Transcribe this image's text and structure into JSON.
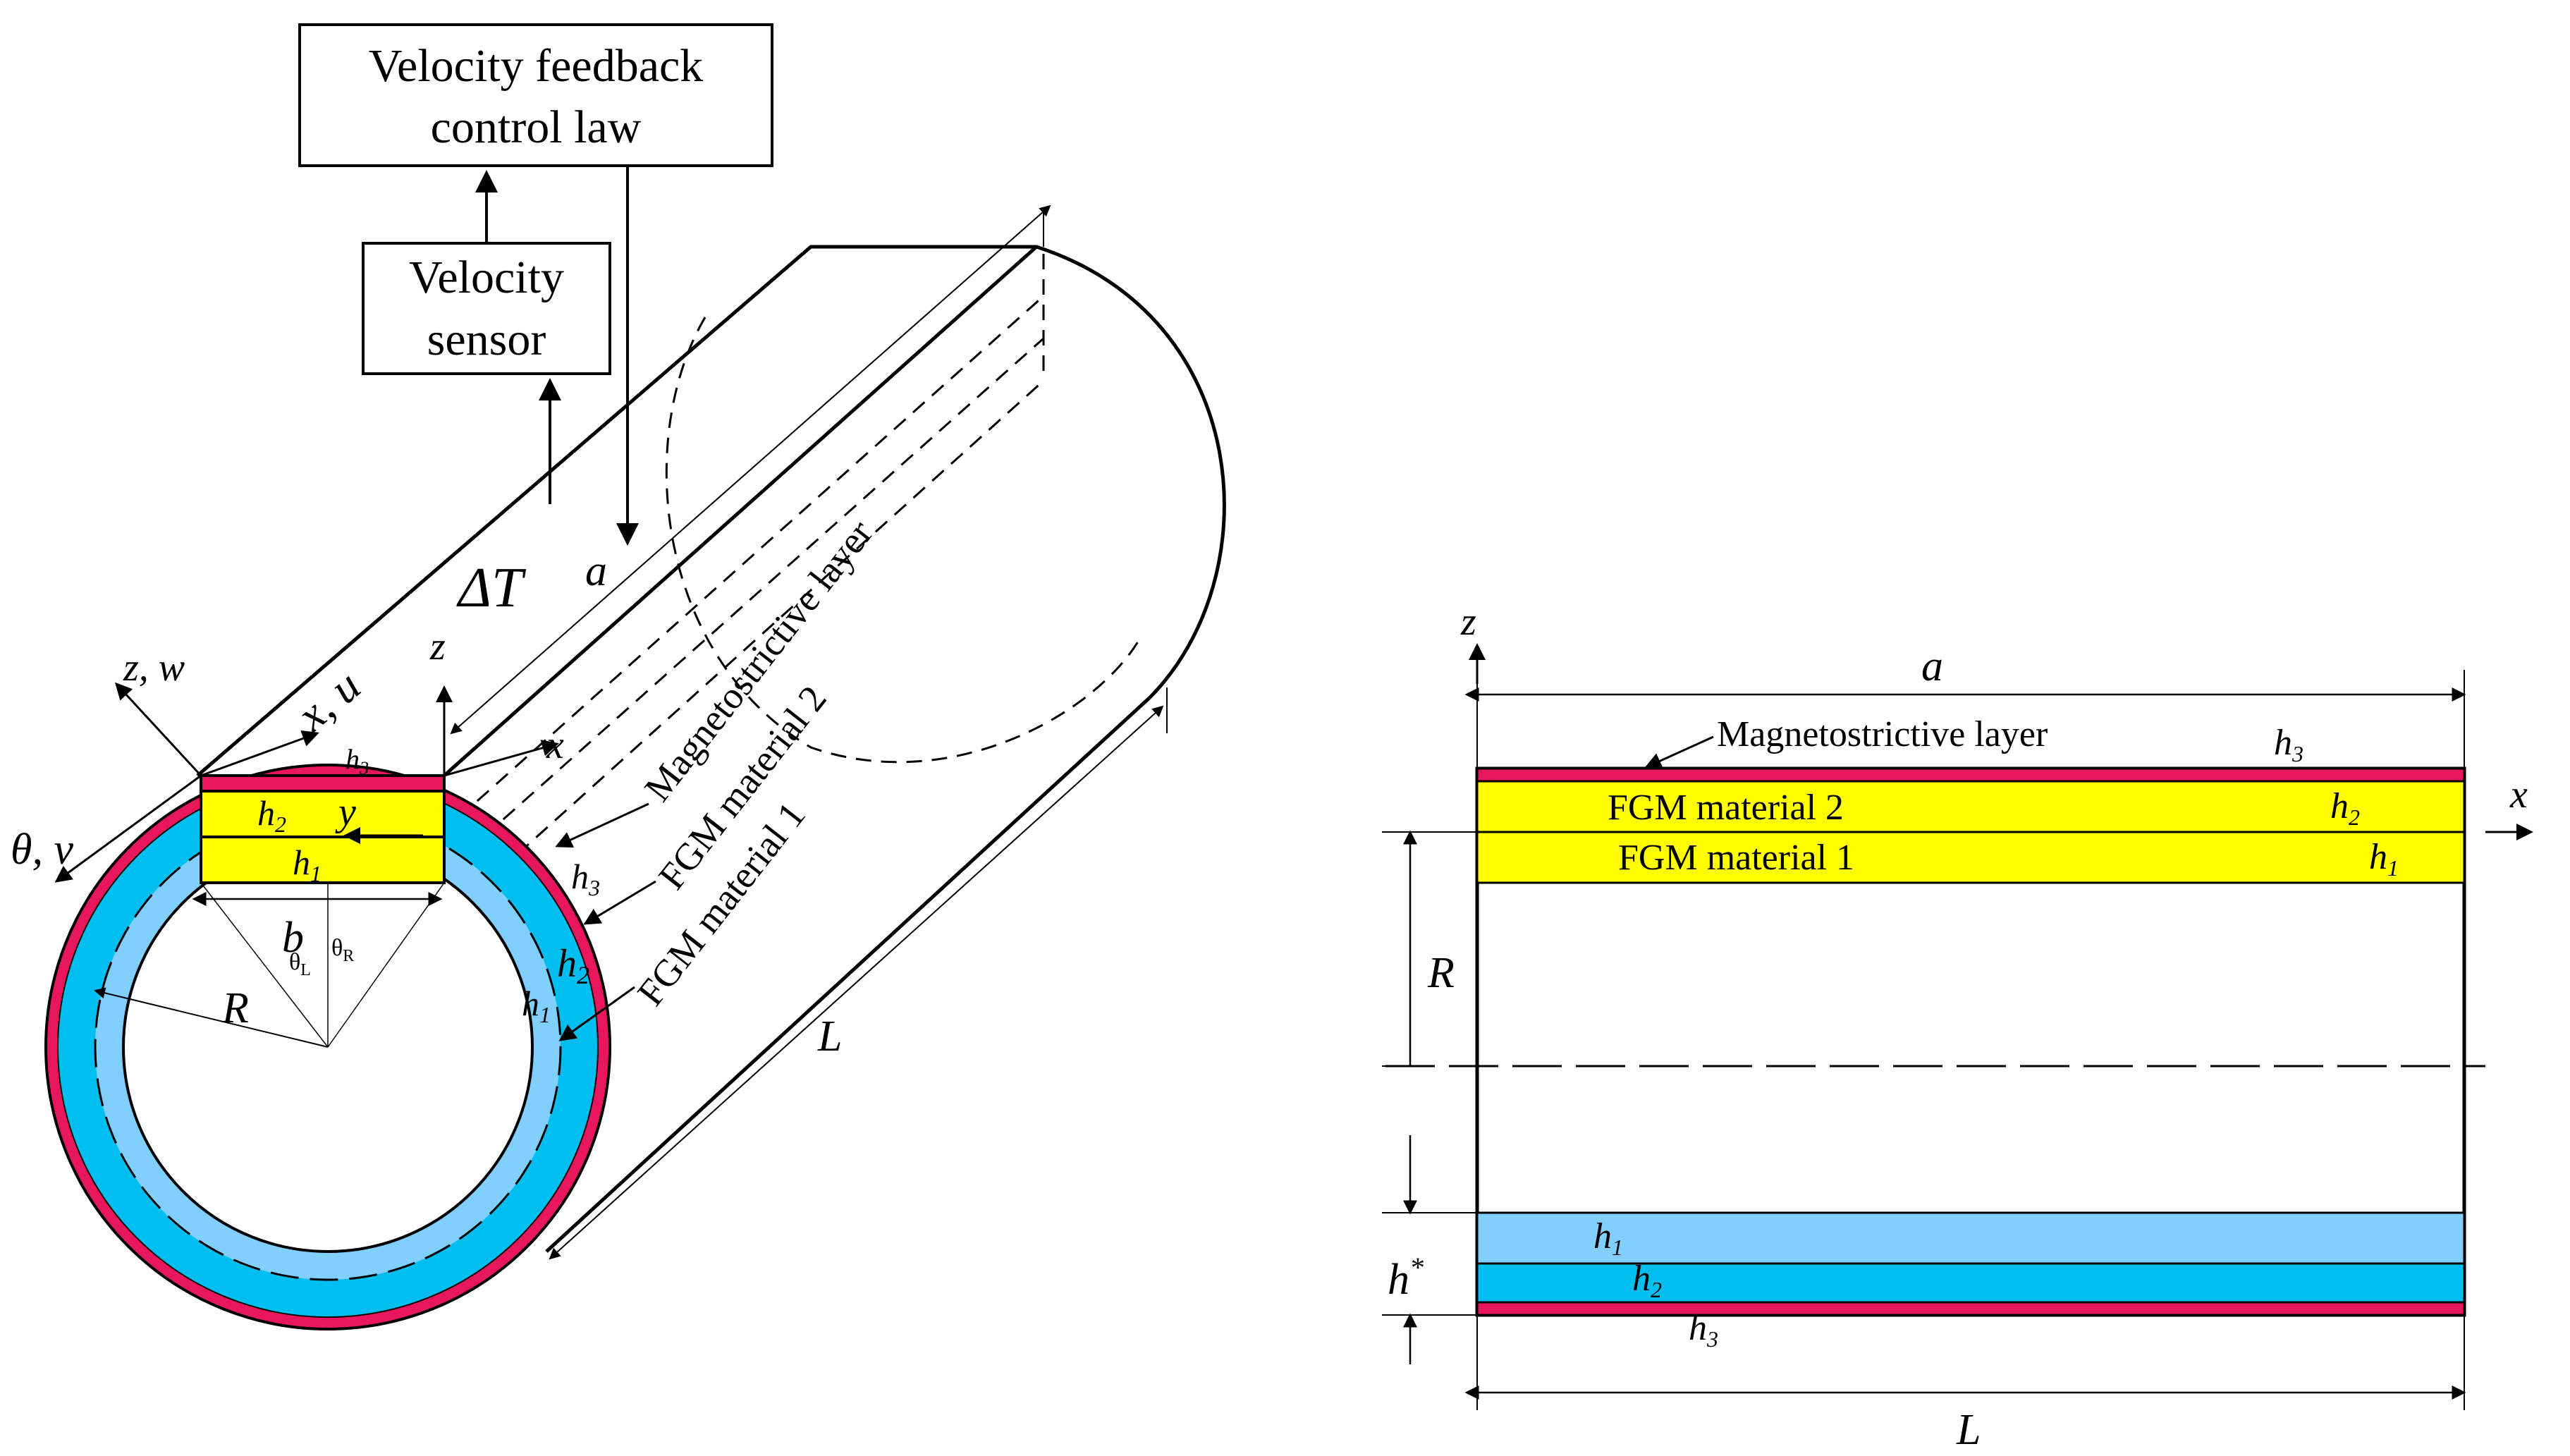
{
  "left": {
    "control_box": "Velocity feedback control law",
    "control_box_line1": "Velocity feedback",
    "control_box_line2": "control law",
    "sensor_box_line1": "Velocity",
    "sensor_box_line2": "sensor",
    "delta_t": "ΔT",
    "label_a": "a",
    "label_L": "L",
    "label_R": "R",
    "label_b": "b",
    "theta_L": "θ",
    "theta_L_sub": "L",
    "theta_R": "θ",
    "theta_R_sub": "R",
    "axis_zw": "z, w",
    "axis_xu": "x, u",
    "axis_theta_v": "θ, v",
    "axis_z": "z",
    "axis_x": "x",
    "axis_y": "y",
    "h1": "h",
    "h1_sub": "1",
    "h2": "h",
    "h2_sub": "2",
    "h3": "h",
    "h3_sub": "3",
    "layer_magneto": "Magnetostrictive layer",
    "layer_fgm2": "FGM material 2",
    "layer_fgm1": "FGM material 1"
  },
  "right": {
    "axis_z": "z",
    "axis_x": "x",
    "label_a": "a",
    "label_L": "L",
    "label_R": "R",
    "label_hstar": "h",
    "label_hstar_sup": "*",
    "layer_magneto": "Magnetostrictive layer",
    "layer_fgm2": "FGM material 2",
    "layer_fgm1": "FGM material 1",
    "h1": "h",
    "h1_sub": "1",
    "h2": "h",
    "h2_sub": "2",
    "h3": "h",
    "h3_sub": "3"
  },
  "colors": {
    "magnetostrictive": "#e8175d",
    "fgm_yellow": "#ffff00",
    "fgm_light_blue": "#80cfff",
    "fgm_cyan": "#00bff0"
  }
}
